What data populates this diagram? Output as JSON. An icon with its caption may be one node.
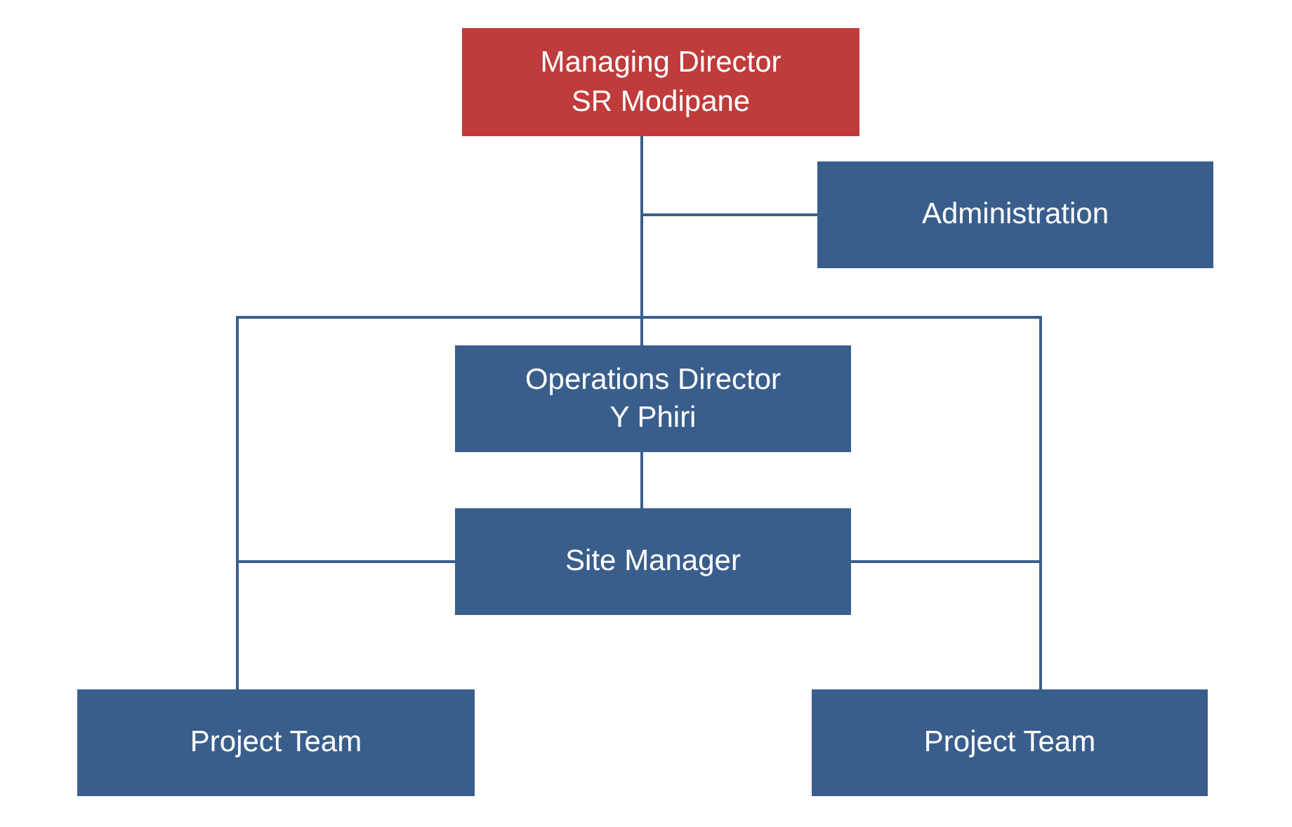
{
  "diagram": {
    "nodes": [
      {
        "text": [
          "Managing Director SR Modipane"
        ]
      },
      {
        "text": [
          "Administration"
        ]
      },
      {
        "text": [
          "Operations Director Y Phiri"
        ]
      },
      {
        "text": [
          "Site Manager"
        ]
      },
      {
        "text": [
          "Project Team"
        ]
      },
      {
        "text": [
          "Project Team"
        ]
      }
    ],
    "edges": [
      {
        "from": 0,
        "to": 1,
        "arrow": "none"
      },
      {
        "from": 0,
        "to": 2,
        "arrow": "none"
      },
      {
        "from": 0,
        "to": 4,
        "arrow": "none"
      },
      {
        "from": 0,
        "to": 5,
        "arrow": "none"
      },
      {
        "from": 2,
        "to": 3,
        "arrow": "none"
      },
      {
        "from": 3,
        "to": 4,
        "arrow": "none"
      },
      {
        "from": 3,
        "to": 5,
        "arrow": "none"
      }
    ]
  }
}
